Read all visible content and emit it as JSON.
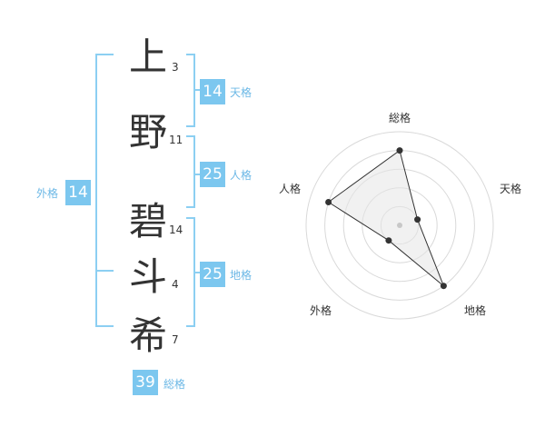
{
  "name": {
    "characters": [
      {
        "char": "上",
        "strokes": "3"
      },
      {
        "char": "野",
        "strokes": "11"
      },
      {
        "char": "碧",
        "strokes": "14"
      },
      {
        "char": "斗",
        "strokes": "4"
      },
      {
        "char": "希",
        "strokes": "7"
      }
    ]
  },
  "fortunes": {
    "tenkaku": {
      "value": "14",
      "label": "天格"
    },
    "jinkaku": {
      "value": "25",
      "label": "人格"
    },
    "chikaku": {
      "value": "25",
      "label": "地格"
    },
    "gaikaku": {
      "value": "14",
      "label": "外格"
    },
    "soukaku": {
      "value": "39",
      "label": "総格"
    }
  },
  "radar": {
    "axes": [
      "総格",
      "天格",
      "地格",
      "外格",
      "人格"
    ],
    "values": [
      4,
      1,
      4,
      1,
      4
    ],
    "max": 5,
    "levels": 5
  },
  "colors": {
    "accent": "#7cc7ef",
    "bracket": "#8ccff2",
    "text": "#333333"
  }
}
